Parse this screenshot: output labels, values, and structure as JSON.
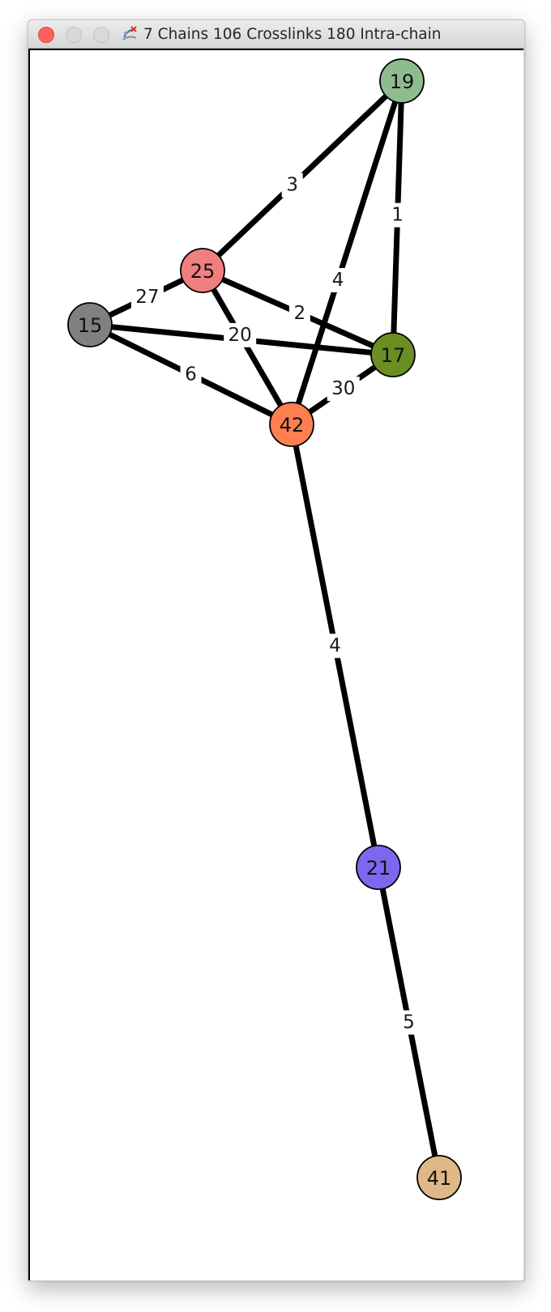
{
  "window": {
    "title": "7 Chains 106 Crosslinks 180 Intra-chain",
    "icon": "crosslink-app-icon"
  },
  "graph": {
    "nodes": [
      {
        "id": "19",
        "label": "19",
        "color": "#8fbc8f"
      },
      {
        "id": "25",
        "label": "25",
        "color": "#f08080"
      },
      {
        "id": "15",
        "label": "15",
        "color": "#808080"
      },
      {
        "id": "17",
        "label": "17",
        "color": "#6b8e23"
      },
      {
        "id": "42",
        "label": "42",
        "color": "#ff7f50"
      },
      {
        "id": "21",
        "label": "21",
        "color": "#7b68ee"
      },
      {
        "id": "41",
        "label": "41",
        "color": "#deb887"
      }
    ],
    "edges": [
      {
        "source": "19",
        "target": "25",
        "label": "3"
      },
      {
        "source": "19",
        "target": "42",
        "label": "4"
      },
      {
        "source": "19",
        "target": "17",
        "label": "1"
      },
      {
        "source": "25",
        "target": "15",
        "label": "27"
      },
      {
        "source": "25",
        "target": "17",
        "label": "2"
      },
      {
        "source": "25",
        "target": "42",
        "label": "20"
      },
      {
        "source": "15",
        "target": "17",
        "label": ""
      },
      {
        "source": "15",
        "target": "42",
        "label": "6"
      },
      {
        "source": "42",
        "target": "17",
        "label": "30"
      },
      {
        "source": "42",
        "target": "21",
        "label": "4"
      },
      {
        "source": "21",
        "target": "41",
        "label": "5"
      }
    ]
  }
}
